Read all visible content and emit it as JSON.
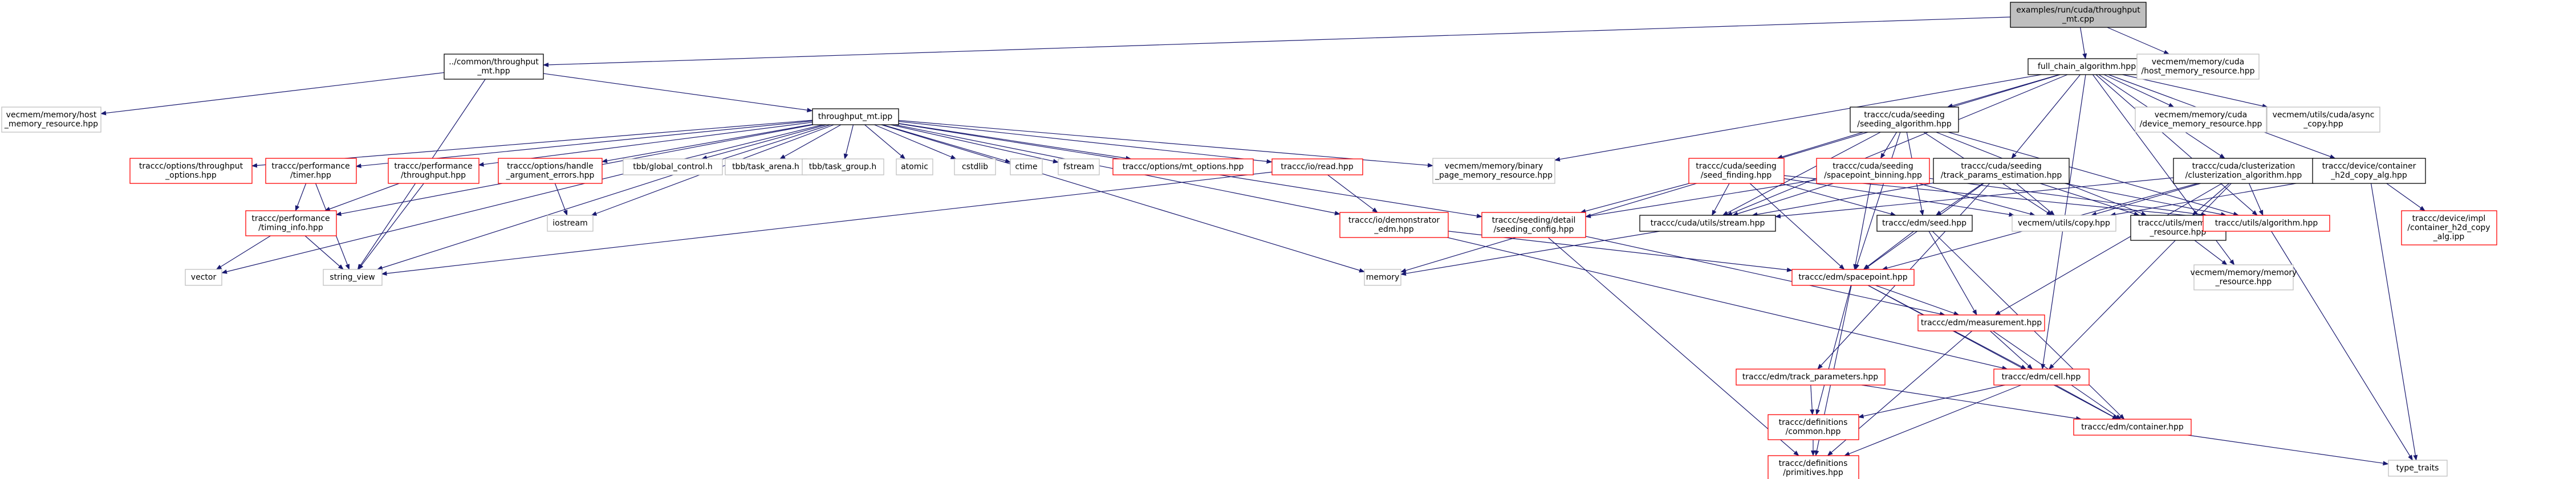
{
  "graph": {
    "nodes": [
      {
        "id": "root",
        "lines": [
          "examples/run/cuda/throughput",
          "_mt.cpp"
        ],
        "style": "root"
      },
      {
        "id": "common_thr",
        "lines": [
          "../common/throughput",
          "_mt.hpp"
        ],
        "style": "doc"
      },
      {
        "id": "full_chain",
        "lines": [
          "full_chain_algorithm.hpp"
        ],
        "style": "doc"
      },
      {
        "id": "vm_cuda_host",
        "lines": [
          "vecmem/memory/cuda",
          "/host_memory_resource.hpp"
        ],
        "style": "gray"
      },
      {
        "id": "vm_host",
        "lines": [
          "vecmem/memory/host",
          "_memory_resource.hpp"
        ],
        "style": "gray"
      },
      {
        "id": "thr_mt",
        "lines": [
          "throughput_mt.ipp"
        ],
        "style": "doc"
      },
      {
        "id": "seeding_alg",
        "lines": [
          "traccc/cuda/seeding",
          "/seeding_algorithm.hpp"
        ],
        "style": "doc"
      },
      {
        "id": "vm_cuda_dev",
        "lines": [
          "vecmem/memory/cuda",
          "/device_memory_resource.hpp"
        ],
        "style": "gray"
      },
      {
        "id": "vm_async",
        "lines": [
          "vecmem/utils/cuda/async",
          "_copy.hpp"
        ],
        "style": "gray"
      },
      {
        "id": "opt_thr",
        "lines": [
          "traccc/options/throughput",
          "_options.hpp"
        ],
        "style": "red"
      },
      {
        "id": "perf_timer",
        "lines": [
          "traccc/performance",
          "/timer.hpp"
        ],
        "style": "red"
      },
      {
        "id": "perf_thr",
        "lines": [
          "traccc/performance",
          "/throughput.hpp"
        ],
        "style": "red"
      },
      {
        "id": "opt_handle",
        "lines": [
          "traccc/options/handle",
          "_argument_errors.hpp"
        ],
        "style": "red"
      },
      {
        "id": "tbb_gc",
        "lines": [
          "tbb/global_control.h"
        ],
        "style": "gray"
      },
      {
        "id": "tbb_ta",
        "lines": [
          "tbb/task_arena.h"
        ],
        "style": "gray"
      },
      {
        "id": "tbb_tg",
        "lines": [
          "tbb/task_group.h"
        ],
        "style": "gray"
      },
      {
        "id": "atomic",
        "lines": [
          "atomic"
        ],
        "style": "gray"
      },
      {
        "id": "cstdlib",
        "lines": [
          "cstdlib"
        ],
        "style": "gray"
      },
      {
        "id": "ctime",
        "lines": [
          "ctime"
        ],
        "style": "gray"
      },
      {
        "id": "fstream",
        "lines": [
          "fstream"
        ],
        "style": "gray"
      },
      {
        "id": "opt_mt",
        "lines": [
          "traccc/options/mt_options.hpp"
        ],
        "style": "red"
      },
      {
        "id": "io_read",
        "lines": [
          "traccc/io/read.hpp"
        ],
        "style": "red"
      },
      {
        "id": "vm_binary",
        "lines": [
          "vecmem/memory/binary",
          "_page_memory_resource.hpp"
        ],
        "style": "gray"
      },
      {
        "id": "seed_finding",
        "lines": [
          "traccc/cuda/seeding",
          "/seed_finding.hpp"
        ],
        "style": "red"
      },
      {
        "id": "sp_binning",
        "lines": [
          "traccc/cuda/seeding",
          "/spacepoint_binning.hpp"
        ],
        "style": "red"
      },
      {
        "id": "track_params",
        "lines": [
          "traccc/cuda/seeding",
          "/track_params_estimation.hpp"
        ],
        "style": "doc"
      },
      {
        "id": "clust_alg",
        "lines": [
          "traccc/cuda/clusterization",
          "/clusterization_algorithm.hpp"
        ],
        "style": "doc"
      },
      {
        "id": "h2d_copy",
        "lines": [
          "traccc/device/container",
          "_h2d_copy_alg.hpp"
        ],
        "style": "doc"
      },
      {
        "id": "perf_timing",
        "lines": [
          "traccc/performance",
          "/timing_info.hpp"
        ],
        "style": "red"
      },
      {
        "id": "iostream",
        "lines": [
          "iostream"
        ],
        "style": "gray"
      },
      {
        "id": "io_demo",
        "lines": [
          "traccc/io/demonstrator",
          "_edm.hpp"
        ],
        "style": "red"
      },
      {
        "id": "seeding_cfg",
        "lines": [
          "traccc/seeding/detail",
          "/seeding_config.hpp"
        ],
        "style": "red"
      },
      {
        "id": "stream",
        "lines": [
          "traccc/cuda/utils/stream.hpp"
        ],
        "style": "doc"
      },
      {
        "id": "edm_seed",
        "lines": [
          "traccc/edm/seed.hpp"
        ],
        "style": "doc"
      },
      {
        "id": "vm_copy",
        "lines": [
          "vecmem/utils/copy.hpp"
        ],
        "style": "gray"
      },
      {
        "id": "mem_res",
        "lines": [
          "traccc/utils/memory",
          "_resource.hpp"
        ],
        "style": "doc"
      },
      {
        "id": "algorithm",
        "lines": [
          "traccc/utils/algorithm.hpp"
        ],
        "style": "red"
      },
      {
        "id": "h2d_ipp",
        "lines": [
          "traccc/device/impl",
          "/container_h2d_copy",
          "_alg.ipp"
        ],
        "style": "red"
      },
      {
        "id": "vector",
        "lines": [
          "vector"
        ],
        "style": "gray"
      },
      {
        "id": "string_view",
        "lines": [
          "string_view"
        ],
        "style": "gray"
      },
      {
        "id": "memory",
        "lines": [
          "memory"
        ],
        "style": "gray"
      },
      {
        "id": "spacepoint",
        "lines": [
          "traccc/edm/spacepoint.hpp"
        ],
        "style": "red"
      },
      {
        "id": "vm_mem_res",
        "lines": [
          "vecmem/memory/memory",
          "_resource.hpp"
        ],
        "style": "gray"
      },
      {
        "id": "measurement",
        "lines": [
          "traccc/edm/measurement.hpp"
        ],
        "style": "red"
      },
      {
        "id": "edm_tp",
        "lines": [
          "traccc/edm/track_parameters.hpp"
        ],
        "style": "red"
      },
      {
        "id": "cell",
        "lines": [
          "traccc/edm/cell.hpp"
        ],
        "style": "red"
      },
      {
        "id": "def_common",
        "lines": [
          "traccc/definitions",
          "/common.hpp"
        ],
        "style": "red"
      },
      {
        "id": "container",
        "lines": [
          "traccc/edm/container.hpp"
        ],
        "style": "red"
      },
      {
        "id": "def_prim",
        "lines": [
          "traccc/definitions",
          "/primitives.hpp"
        ],
        "style": "red"
      },
      {
        "id": "type_traits",
        "lines": [
          "type_traits"
        ],
        "style": "gray"
      }
    ],
    "edges": [
      [
        "root",
        "common_thr"
      ],
      [
        "root",
        "full_chain"
      ],
      [
        "root",
        "vm_cuda_host"
      ],
      [
        "common_thr",
        "vm_host"
      ],
      [
        "common_thr",
        "thr_mt"
      ],
      [
        "common_thr",
        "string_view"
      ],
      [
        "full_chain",
        "seeding_alg"
      ],
      [
        "full_chain",
        "vm_cuda_dev"
      ],
      [
        "full_chain",
        "vm_async"
      ],
      [
        "full_chain",
        "clust_alg"
      ],
      [
        "full_chain",
        "h2d_copy"
      ],
      [
        "full_chain",
        "track_params"
      ],
      [
        "full_chain",
        "vm_binary"
      ],
      [
        "full_chain",
        "memory"
      ],
      [
        "full_chain",
        "stream"
      ],
      [
        "full_chain",
        "algorithm"
      ],
      [
        "full_chain",
        "cell"
      ],
      [
        "full_chain",
        "vm_mem_res"
      ],
      [
        "thr_mt",
        "opt_thr"
      ],
      [
        "thr_mt",
        "perf_timer"
      ],
      [
        "thr_mt",
        "perf_thr"
      ],
      [
        "thr_mt",
        "opt_handle"
      ],
      [
        "thr_mt",
        "tbb_gc"
      ],
      [
        "thr_mt",
        "tbb_ta"
      ],
      [
        "thr_mt",
        "tbb_tg"
      ],
      [
        "thr_mt",
        "atomic"
      ],
      [
        "thr_mt",
        "cstdlib"
      ],
      [
        "thr_mt",
        "ctime"
      ],
      [
        "thr_mt",
        "fstream"
      ],
      [
        "thr_mt",
        "opt_mt"
      ],
      [
        "thr_mt",
        "io_read"
      ],
      [
        "thr_mt",
        "vm_binary"
      ],
      [
        "thr_mt",
        "perf_timing"
      ],
      [
        "thr_mt",
        "iostream"
      ],
      [
        "thr_mt",
        "io_demo"
      ],
      [
        "thr_mt",
        "seeding_cfg"
      ],
      [
        "thr_mt",
        "vector"
      ],
      [
        "thr_mt",
        "string_view"
      ],
      [
        "thr_mt",
        "memory"
      ],
      [
        "seeding_alg",
        "seed_finding"
      ],
      [
        "seeding_alg",
        "sp_binning"
      ],
      [
        "seeding_alg",
        "stream"
      ],
      [
        "seeding_alg",
        "edm_seed"
      ],
      [
        "seeding_alg",
        "vm_copy"
      ],
      [
        "seeding_alg",
        "mem_res"
      ],
      [
        "seeding_alg",
        "algorithm"
      ],
      [
        "seeding_alg",
        "spacepoint"
      ],
      [
        "seed_finding",
        "seeding_cfg"
      ],
      [
        "seed_finding",
        "stream"
      ],
      [
        "seed_finding",
        "spacepoint"
      ],
      [
        "seed_finding",
        "vm_copy"
      ],
      [
        "seed_finding",
        "algorithm"
      ],
      [
        "seed_finding",
        "edm_seed"
      ],
      [
        "sp_binning",
        "seeding_cfg"
      ],
      [
        "sp_binning",
        "stream"
      ],
      [
        "sp_binning",
        "vm_copy"
      ],
      [
        "sp_binning",
        "algorithm"
      ],
      [
        "sp_binning",
        "spacepoint"
      ],
      [
        "track_params",
        "stream"
      ],
      [
        "track_params",
        "edm_seed"
      ],
      [
        "track_params",
        "vm_copy"
      ],
      [
        "track_params",
        "mem_res"
      ],
      [
        "track_params",
        "algorithm"
      ],
      [
        "track_params",
        "spacepoint"
      ],
      [
        "track_params",
        "edm_tp"
      ],
      [
        "clust_alg",
        "stream"
      ],
      [
        "clust_alg",
        "vm_copy"
      ],
      [
        "clust_alg",
        "mem_res"
      ],
      [
        "clust_alg",
        "algorithm"
      ],
      [
        "clust_alg",
        "measurement"
      ],
      [
        "clust_alg",
        "cell"
      ],
      [
        "clust_alg",
        "spacepoint"
      ],
      [
        "h2d_copy",
        "h2d_ipp"
      ],
      [
        "h2d_copy",
        "vm_copy"
      ],
      [
        "h2d_copy",
        "type_traits"
      ],
      [
        "perf_timer",
        "perf_timing"
      ],
      [
        "perf_timer",
        "string_view"
      ],
      [
        "perf_thr",
        "perf_timing"
      ],
      [
        "perf_thr",
        "string_view"
      ],
      [
        "opt_handle",
        "iostream"
      ],
      [
        "perf_timing",
        "vector"
      ],
      [
        "perf_timing",
        "string_view"
      ],
      [
        "io_read",
        "io_demo"
      ],
      [
        "io_read",
        "string_view"
      ],
      [
        "io_demo",
        "spacepoint"
      ],
      [
        "io_demo",
        "cell"
      ],
      [
        "seeding_cfg",
        "def_prim"
      ],
      [
        "seeding_cfg",
        "measurement"
      ],
      [
        "stream",
        "memory"
      ],
      [
        "edm_seed",
        "spacepoint"
      ],
      [
        "edm_seed",
        "measurement"
      ],
      [
        "edm_seed",
        "container"
      ],
      [
        "mem_res",
        "vm_mem_res"
      ],
      [
        "algorithm",
        "type_traits"
      ],
      [
        "spacepoint",
        "measurement"
      ],
      [
        "spacepoint",
        "cell"
      ],
      [
        "spacepoint",
        "container"
      ],
      [
        "spacepoint",
        "def_prim"
      ],
      [
        "spacepoint",
        "def_common"
      ],
      [
        "measurement",
        "cell"
      ],
      [
        "measurement",
        "container"
      ],
      [
        "measurement",
        "def_prim"
      ],
      [
        "edm_tp",
        "container"
      ],
      [
        "edm_tp",
        "def_common"
      ],
      [
        "cell",
        "def_common"
      ],
      [
        "cell",
        "container"
      ],
      [
        "cell",
        "def_prim"
      ],
      [
        "def_common",
        "def_prim"
      ],
      [
        "container",
        "type_traits"
      ]
    ]
  }
}
